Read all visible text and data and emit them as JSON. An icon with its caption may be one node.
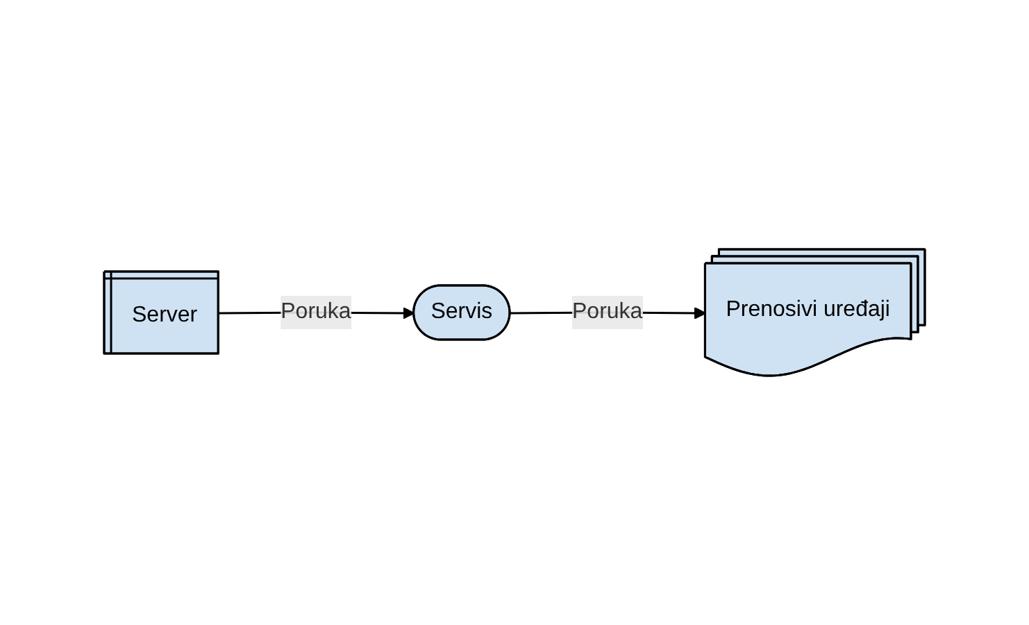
{
  "diagram": {
    "nodes": [
      {
        "text": [
          "Server"
        ]
      },
      {
        "text": [
          "Servis"
        ]
      },
      {
        "text": [
          "Prenosivi uređaji"
        ]
      }
    ],
    "edges": [
      {
        "from": 0,
        "to": 1,
        "arrow": "to",
        "label": "Poruka"
      },
      {
        "from": 1,
        "to": 2,
        "arrow": "to",
        "label": "Poruka"
      }
    ]
  }
}
